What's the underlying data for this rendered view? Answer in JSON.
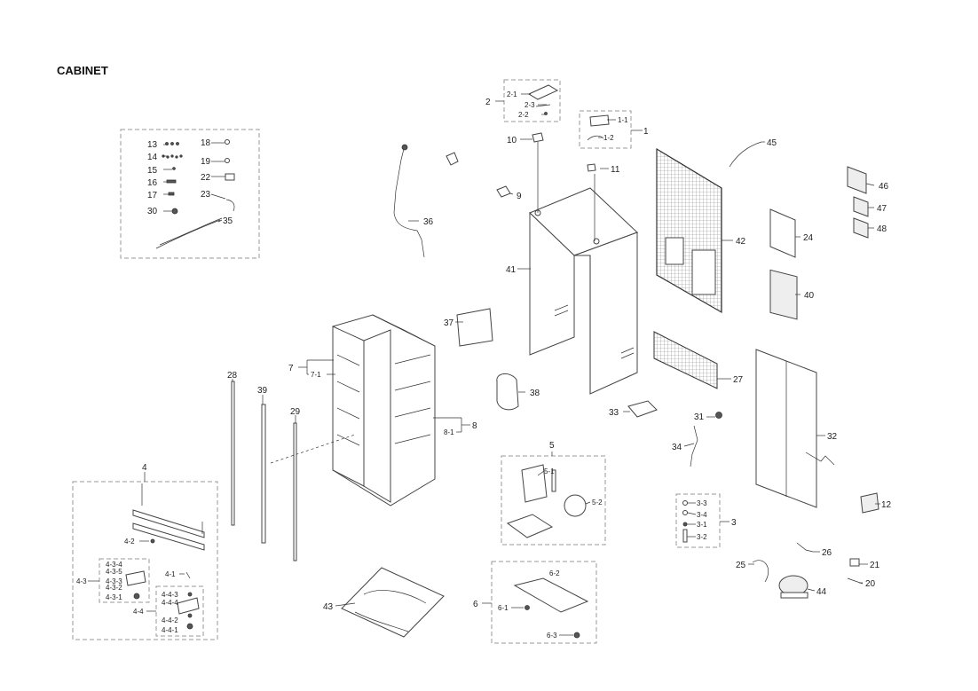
{
  "title": "CABINET",
  "labels": {
    "l1": "1",
    "l1_1": "1-1",
    "l1_2": "1-2",
    "l2": "2",
    "l2_1": "2-1",
    "l2_2": "2-2",
    "l2_3": "2-3",
    "l3": "3",
    "l3_1": "3-1",
    "l3_2": "3-2",
    "l3_3": "3-3",
    "l3_4": "3-4",
    "l4": "4",
    "l4_1": "4-1",
    "l4_2": "4-2",
    "l4_3": "4-3",
    "l4_3_1": "4-3-1",
    "l4_3_2": "4-3-2",
    "l4_3_3": "4-3-3",
    "l4_3_4": "4-3-4",
    "l4_3_5": "4-3-5",
    "l4_4": "4-4",
    "l4_4_1": "4-4-1",
    "l4_4_2": "4-4-2",
    "l4_4_3": "4-4-3",
    "l4_4_4": "4-4-4",
    "l5": "5",
    "l5_1": "5-1",
    "l5_2": "5-2",
    "l6": "6",
    "l6_1": "6-1",
    "l6_2": "6-2",
    "l6_3": "6-3",
    "l7": "7",
    "l7_1": "7-1",
    "l8": "8",
    "l8_1": "8-1",
    "l9": "9",
    "l10": "10",
    "l11": "11",
    "l12": "12",
    "l13": "13",
    "l14": "14",
    "l15": "15",
    "l16": "16",
    "l17": "17",
    "l18": "18",
    "l19": "19",
    "l20": "20",
    "l21": "21",
    "l22": "22",
    "l23": "23",
    "l24": "24",
    "l25": "25",
    "l26": "26",
    "l27": "27",
    "l28": "28",
    "l29": "29",
    "l30": "30",
    "l31": "31",
    "l32": "32",
    "l33": "33",
    "l34": "34",
    "l35": "35",
    "l36": "36",
    "l37": "37",
    "l38": "38",
    "l39": "39",
    "l40": "40",
    "l41": "41",
    "l42": "42",
    "l43": "43",
    "l44": "44",
    "l45": "45",
    "l46": "46",
    "l47": "47",
    "l48": "48"
  }
}
